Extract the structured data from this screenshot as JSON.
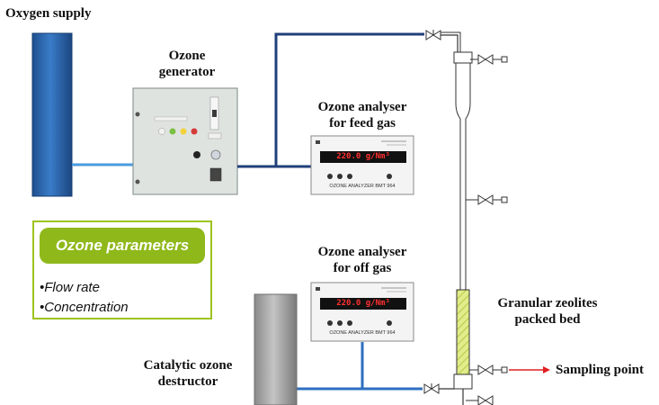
{
  "labels": {
    "oxygen_supply": "Oxygen supply",
    "ozone_generator": [
      "Ozone",
      "generator"
    ],
    "analyser_feed": [
      "Ozone analyser",
      "for feed gas"
    ],
    "analyser_off": [
      "Ozone analyser",
      "for off gas"
    ],
    "destructor": [
      "Catalytic ozone",
      "destructor"
    ],
    "zeolites": [
      "Granular zeolites",
      "packed bed"
    ],
    "sampling": "Sampling point"
  },
  "parameters": {
    "title": "Ozone parameters",
    "items": [
      "•Flow rate",
      "•Concentration"
    ]
  },
  "analyser_feed": {
    "display": "220.0 g/Nm³",
    "model": "OZONE ANALYZER BMT 964"
  },
  "analyser_off": {
    "display": "220.0 g/Nm³",
    "model": "OZONE ANALYZER BMT 964"
  },
  "colors": {
    "oxygen_cylinder": "#2e6db4",
    "pipe_light": "#4a9be0",
    "pipe_dark": "#1f3f7a",
    "params_green": "#8fb81a",
    "packed_bed": "#d9e87a",
    "sampling_arrow": "#e02020",
    "destructor_gray": "#9a9a9a"
  }
}
